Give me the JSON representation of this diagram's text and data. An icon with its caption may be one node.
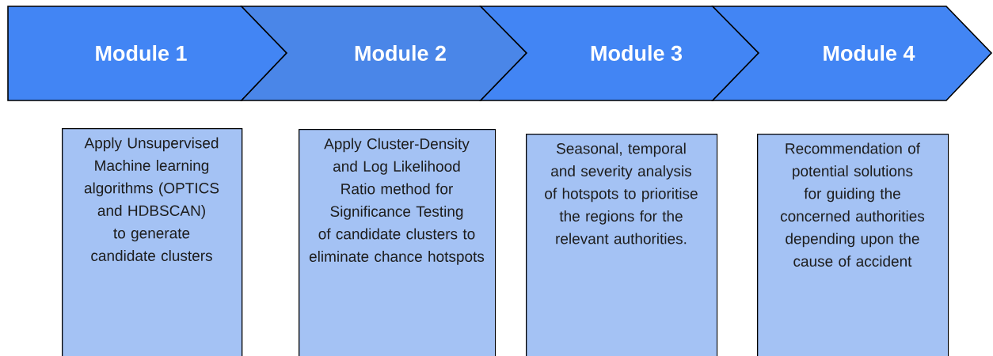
{
  "diagram": {
    "nodes": [
      {
        "text": [
          "Module 1"
        ]
      },
      {
        "text": [
          "Module 2"
        ]
      },
      {
        "text": [
          "Module 3"
        ]
      },
      {
        "text": [
          "Module 4"
        ]
      },
      {
        "text": [
          "Apply Unsupervised Machine learning algorithms (OPTICS and HDBSCAN) to generate candidate clusters"
        ]
      },
      {
        "text": [
          "Apply Cluster-Density and Log Likelihood Ratio method for Significance Testing of candidate clusters to eliminate chance hotspots"
        ]
      },
      {
        "text": [
          "Seasonal, temporal and severity analysis of hotspots to prioritise the regions for the relevant authorities."
        ]
      },
      {
        "text": [
          "Recommendation of potential solutions for guiding the concerned authorities depending upon the cause of accident"
        ]
      }
    ]
  }
}
